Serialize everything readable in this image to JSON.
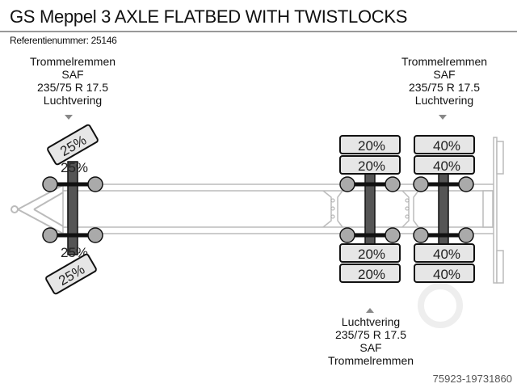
{
  "title": "GS Meppel 3 AXLE FLATBED WITH TWISTLOCKS",
  "reference": "Referentienummer: 25146",
  "listing_code": "75923-19731860",
  "axle_labels": {
    "front": [
      "Trommelremmen",
      "SAF",
      "235/75 R 17.5",
      "Luchtvering"
    ],
    "rear_top": [
      "Trommelremmen",
      "SAF",
      "235/75 R 17.5",
      "Luchtvering"
    ],
    "middle_bottom": [
      "Luchtvering",
      "235/75 R 17.5",
      "SAF",
      "Trommelremmen"
    ]
  },
  "tyres": {
    "front": {
      "top_outer": "25%",
      "top_inner": "25%",
      "bottom_inner": "25%",
      "bottom_outer": "25%"
    },
    "axle2": {
      "top_outer": "20%",
      "top_inner": "20%",
      "bottom_inner": "20%",
      "bottom_outer": "20%"
    },
    "axle3": {
      "top_outer": "40%",
      "top_inner": "40%",
      "bottom_inner": "40%",
      "bottom_outer": "40%"
    }
  }
}
